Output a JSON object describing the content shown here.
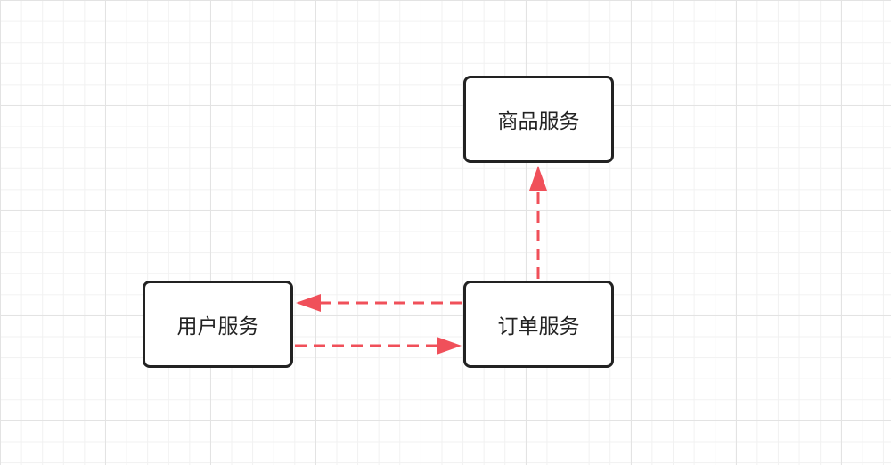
{
  "diagram": {
    "nodes": {
      "product_service": "商品服务",
      "user_service": "用户服务",
      "order_service": "订单服务"
    },
    "edges": [
      {
        "from": "order_service",
        "to": "product_service",
        "style": "dashed"
      },
      {
        "from": "order_service",
        "to": "user_service",
        "style": "dashed"
      },
      {
        "from": "user_service",
        "to": "order_service",
        "style": "dashed"
      }
    ],
    "colors": {
      "edge": "#f0505a",
      "node_border": "#222222",
      "grid_major": "#e3e3e3",
      "grid_minor": "#f1f1f1"
    }
  }
}
